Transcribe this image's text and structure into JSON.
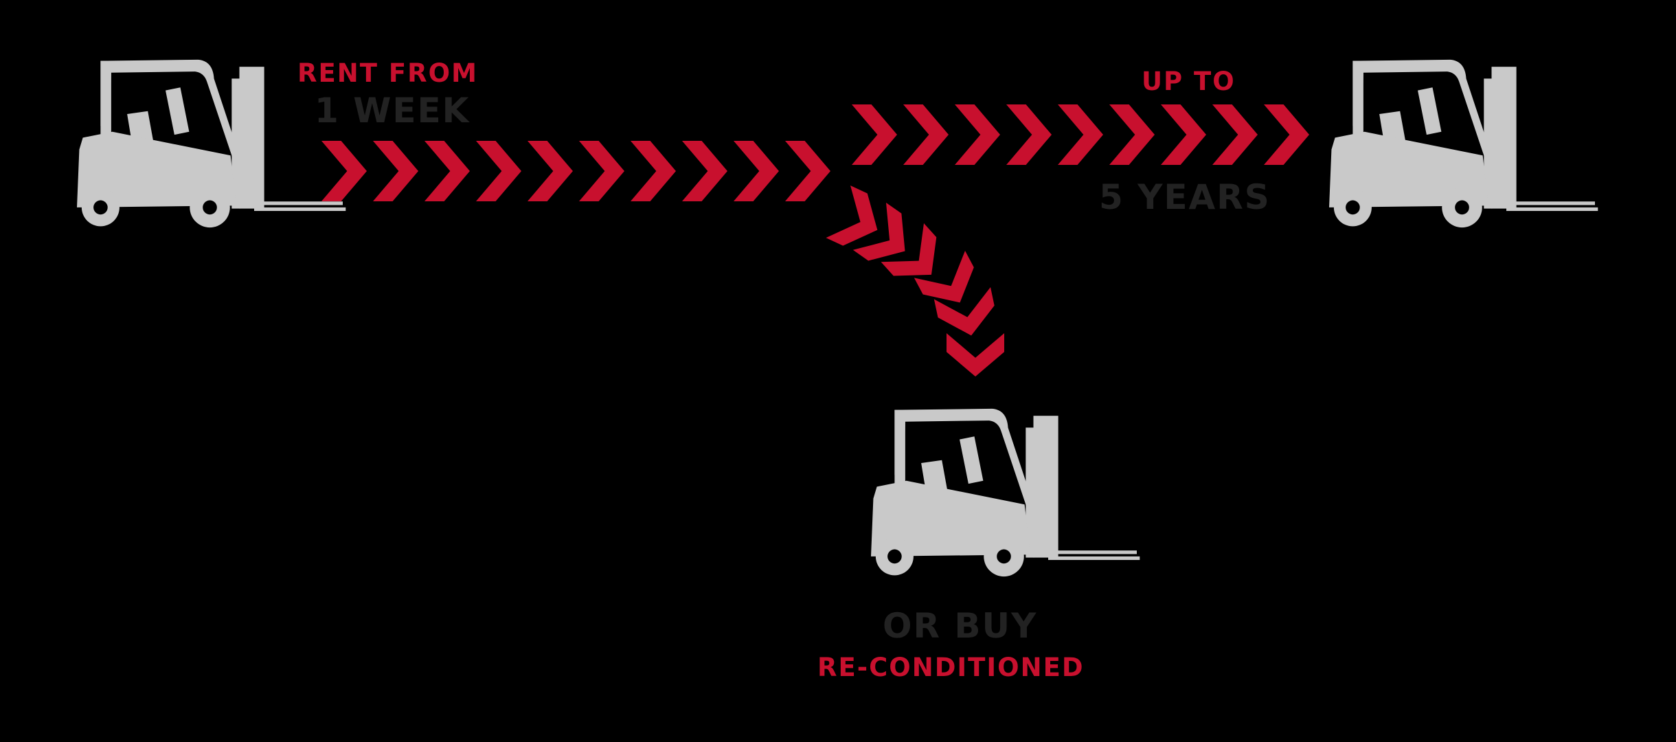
{
  "colors": {
    "background": "#000000",
    "accent": "#c8102e",
    "dark_text": "#222222",
    "forklift": "#c9c9c9"
  },
  "icons": {
    "forklift": "forklift-silhouette-icon",
    "chevron": "chevron-right-icon"
  },
  "labels": {
    "rent_from": "RENT FROM",
    "one_week": "1 WEEK",
    "up_to": "UP TO",
    "five_years": "5 YEARS",
    "or_buy": "OR BUY",
    "reconditioned": "RE-CONDITIONED"
  }
}
